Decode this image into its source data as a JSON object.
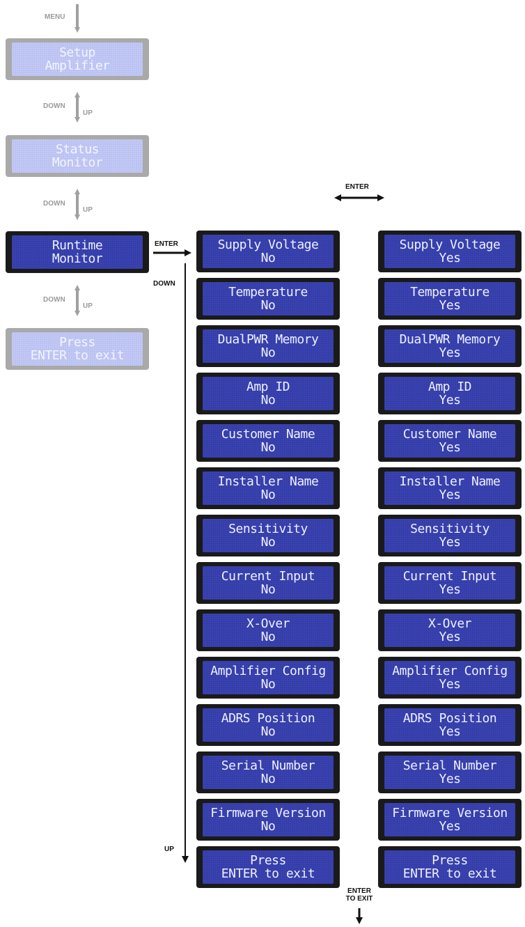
{
  "left_menu": {
    "menu_label": "MENU",
    "nav": [
      {
        "down": "DOWN",
        "up": "UP"
      },
      {
        "down": "DOWN",
        "up": "UP"
      },
      {
        "down": "DOWN",
        "up": "UP"
      }
    ],
    "screens": [
      {
        "line1": "Setup",
        "line2": "Amplifier",
        "state": "inactive"
      },
      {
        "line1": "Status",
        "line2": "Monitor",
        "state": "inactive"
      },
      {
        "line1": "Runtime",
        "line2": "Monitor",
        "state": "active"
      },
      {
        "line1": "Press",
        "line2": "ENTER to exit",
        "state": "inactive"
      }
    ]
  },
  "arrow_labels": {
    "enter_toggle": "ENTER",
    "enter_right": "ENTER",
    "down": "DOWN",
    "up": "UP",
    "exit_line1": "ENTER",
    "exit_line2": "TO EXIT"
  },
  "options_no": [
    {
      "line1": "Supply Voltage",
      "line2": "No"
    },
    {
      "line1": "Temperature",
      "line2": "No"
    },
    {
      "line1": "DualPWR Memory",
      "line2": "No"
    },
    {
      "line1": "Amp ID",
      "line2": "No"
    },
    {
      "line1": "Customer Name",
      "line2": "No"
    },
    {
      "line1": "Installer Name",
      "line2": "No"
    },
    {
      "line1": "Sensitivity",
      "line2": "No"
    },
    {
      "line1": "Current Input",
      "line2": "No"
    },
    {
      "line1": "X-Over",
      "line2": "No"
    },
    {
      "line1": "Amplifier Config",
      "line2": "No"
    },
    {
      "line1": "ADRS Position",
      "line2": "No"
    },
    {
      "line1": "Serial Number",
      "line2": "No"
    },
    {
      "line1": "Firmware Version",
      "line2": "No"
    },
    {
      "line1": "Press",
      "line2": "ENTER to exit"
    }
  ],
  "options_yes": [
    {
      "line1": "Supply Voltage",
      "line2": "Yes"
    },
    {
      "line1": "Temperature",
      "line2": "Yes"
    },
    {
      "line1": "DualPWR Memory",
      "line2": "Yes"
    },
    {
      "line1": "Amp ID",
      "line2": "Yes"
    },
    {
      "line1": "Customer Name",
      "line2": "Yes"
    },
    {
      "line1": "Installer Name",
      "line2": "Yes"
    },
    {
      "line1": "Sensitivity",
      "line2": "Yes"
    },
    {
      "line1": "Current Input",
      "line2": "Yes"
    },
    {
      "line1": "X-Over",
      "line2": "Yes"
    },
    {
      "line1": "Amplifier Config",
      "line2": "Yes"
    },
    {
      "line1": "ADRS Position",
      "line2": "Yes"
    },
    {
      "line1": "Serial Number",
      "line2": "Yes"
    },
    {
      "line1": "Firmware Version",
      "line2": "Yes"
    },
    {
      "line1": "Press",
      "line2": "ENTER to exit"
    }
  ],
  "colors": {
    "lcd_screen": "#3a43b4",
    "lcd_screen_inactive": "#b9c0f2",
    "lcd_frame": "#1a1a1a",
    "lcd_frame_inactive": "#a9a9a9",
    "gray_arrow": "#a0a0a0",
    "dark_arrow": "#111111"
  }
}
